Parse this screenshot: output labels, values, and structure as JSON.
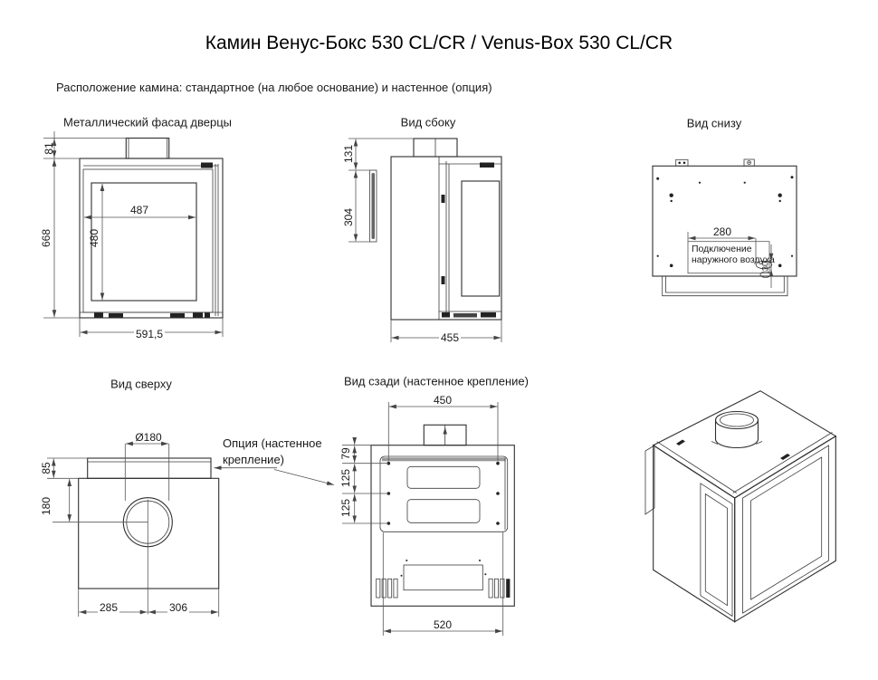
{
  "page": {
    "title": "Камин Венус-Бокс 530 CL/CR / Venus-Box 530 CL/CR",
    "subtitle": "Расположение камина: стандартное (на любое основание) и настенное (опция)"
  },
  "front_view": {
    "label": "Металлический фасад дверцы",
    "dim_flue_height": "81",
    "dim_height": "668",
    "dim_glass_width": "487",
    "dim_glass_height": "480",
    "dim_width": "591,5"
  },
  "side_view": {
    "label": "Вид сбоку",
    "dim_flue_height": "131",
    "dim_glass_height": "304",
    "dim_depth": "455"
  },
  "bottom_view": {
    "label": "Вид снизу",
    "dim_air_width": "280",
    "dim_air_height": "30",
    "air_note_line1": "Подключение",
    "air_note_line2": "наружного воздуха"
  },
  "top_view": {
    "label": "Вид сверху",
    "dim_flue_diameter": "Ø180",
    "dim_bracket_depth": "85",
    "dim_flue_center": "180",
    "dim_left_half": "285",
    "dim_right_half": "306",
    "option_note_line1": "Опция (настенное",
    "option_note_line2": "крепление)"
  },
  "rear_view": {
    "label": "Вид сзади (настенное крепление)",
    "dim_holes_width": "450",
    "dim_hole_top_offset": "79",
    "dim_hole_gap_1": "125",
    "dim_hole_gap_2": "125",
    "dim_bottom_width": "520"
  }
}
